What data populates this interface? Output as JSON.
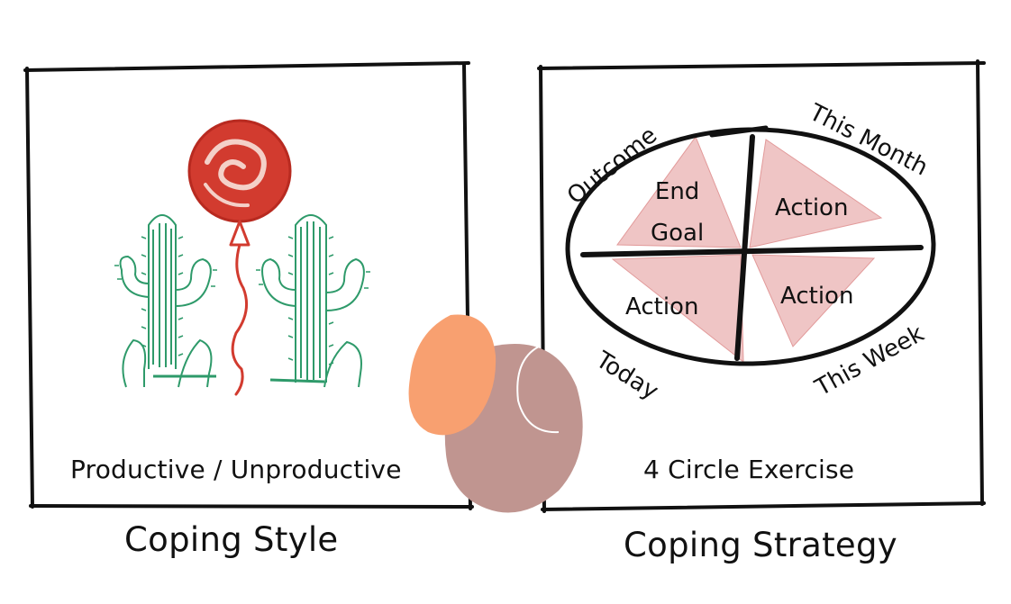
{
  "left": {
    "caption": "Productive / Unproductive",
    "title": "Coping Style",
    "illustration": [
      "cactus-icon",
      "balloon-icon",
      "cactus-icon"
    ]
  },
  "right": {
    "caption": "4 Circle Exercise",
    "title": "Coping Strategy",
    "quadrants": {
      "top_left": [
        "End",
        "Goal"
      ],
      "top_right": "Action",
      "bottom_left": "Action",
      "bottom_right": "Action"
    },
    "outer_labels": {
      "top_left": "Outcome",
      "top_right": "This Month",
      "bottom_left": "Today",
      "bottom_right": "This Week"
    }
  },
  "colors": {
    "ink": "#111111",
    "balloon": "#d23b2f",
    "cactus": "#2e9a6a",
    "quadrant_fill": "#eab1b1",
    "blob_orange": "#f8a070",
    "blob_brown": "#c09590"
  }
}
